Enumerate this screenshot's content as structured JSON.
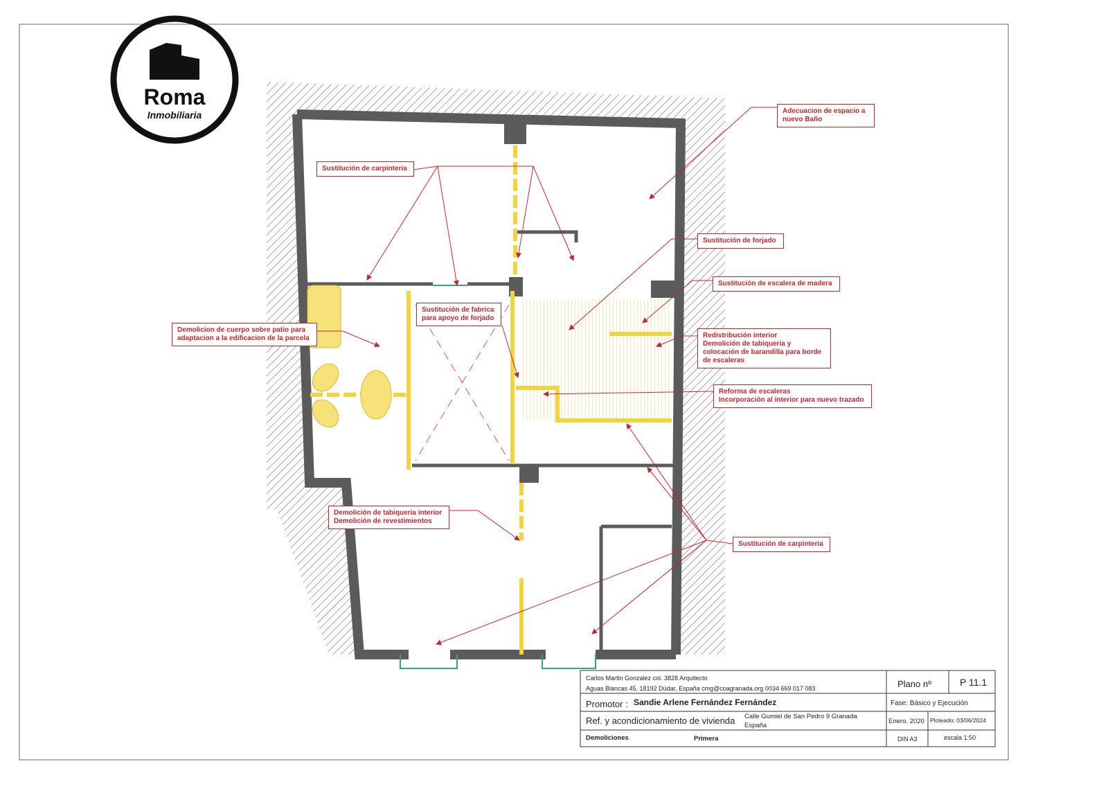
{
  "logo": {
    "name": "Roma",
    "subtitle": "Inmobiliaria"
  },
  "annotations": [
    {
      "lines": [
        "Adecuacion de espacio a",
        "nuevo Baño"
      ]
    },
    {
      "lines": [
        "Sustitución de carpinteria"
      ]
    },
    {
      "lines": [
        "Sustitución de forjado"
      ]
    },
    {
      "lines": [
        "Sustitución de escalera de madera"
      ]
    },
    {
      "lines": [
        "Redistribución interior",
        "Demolición de tabiqueria y",
        "colocación de barandilla para borde",
        "de escaleras"
      ]
    },
    {
      "lines": [
        "Reforma de escaleras",
        "Incorporación al interior para nuevo trazado"
      ]
    },
    {
      "lines": [
        "Sustitución de fabrica",
        "para apoyo de forjado"
      ]
    },
    {
      "lines": [
        "Demolicion de cuerpo sobre patio para",
        "adaptacion a la edificacion de la parcela"
      ]
    },
    {
      "lines": [
        "Demolición de tabiqueria interior",
        "Demolición de revestimientos"
      ]
    },
    {
      "lines": [
        "Sustitución de carpinteria"
      ]
    }
  ],
  "title_block": {
    "architect": "Carlos Martin Gonzalez col. 3828 Arquitecto",
    "address": "Aguas Blancas 45, 18192 Dúdar, España  cmg@coagranada.org   0034 669  017 083",
    "plano_label": "Plano nº",
    "plano_value": "P 11.1",
    "promotor_label": "Promotor :",
    "promotor_value": "Sandie Arlene  Fernández Fernández",
    "fase": "Fase:  Básico y Ejecución",
    "project": "Ref. y acondicionamiento de vivienda",
    "location_1": "Calle Gumiel de San Pedro 9 Granada",
    "location_2": "España",
    "date": "Enero. 2020",
    "ploteado": "Ploteado: 03/06/2024",
    "sheet": "Demoliciones",
    "floor": "Primera",
    "format": "DIN A3",
    "scale": "escala 1:50"
  },
  "colors": {
    "annotation": "#c0282d",
    "wall": "#5b5b5b",
    "demolition": "#f2d43c",
    "glass": "#3aa28a"
  }
}
